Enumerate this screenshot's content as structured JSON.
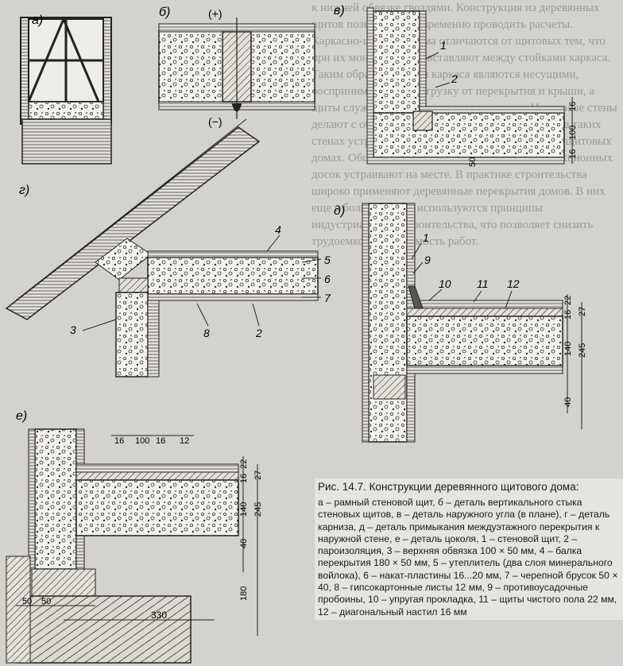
{
  "panels": {
    "a": "а)",
    "b": "б)",
    "v": "в)",
    "g": "г)",
    "d": "д)",
    "e": "е)"
  },
  "symbols": {
    "plus": "(+)",
    "minus": "(−)"
  },
  "callouts": {
    "v": [
      "1",
      "2"
    ],
    "g": [
      "4",
      "5",
      "6",
      "7",
      "3",
      "8",
      "2"
    ],
    "d": [
      "1",
      "9",
      "10",
      "11",
      "12"
    ]
  },
  "dimensions": {
    "v": [
      "16",
      "100",
      "16",
      "50"
    ],
    "g": [
      "16",
      "100",
      "16",
      "12"
    ],
    "d": [
      "22",
      "27",
      "16",
      "140",
      "245",
      "40"
    ],
    "e": [
      "22",
      "27",
      "16",
      "140",
      "245",
      "40",
      "180",
      "50",
      "50",
      "330"
    ]
  },
  "caption": {
    "title": "Рис. 14.7. Конструкции деревянного щитового дома:",
    "body": "а – рамный стеновой щит, б – деталь вертикального стыка стеновых щитов, в – деталь наружного угла (в плане), г – деталь карниза, д – деталь примыкания междуэтажного перекрытия к наружной стене, е – деталь цоколя, 1 – стеновой щит, 2 – пароизоляция, 3 – верхняя обвязка 100 × 50 мм, 4 – балка перекрытия 180 × 50 мм, 5 – утеплитель (два слоя минерального войлока), 6 – накат-пластины 16...20 мм, 7 – черепной брусок 50 × 40, 8 – гипсокартонные листы 12 мм, 9 – противоусадочные пробоины, 10 – упругая прокладка, 11 – щиты чистого пола 22 мм, 12 – диагональный настил 16 мм"
  },
  "background_text": "к нижней обвязке гвоздями. Конструкция из деревянных щитов позволяет своевременно проводить расчеты. Каркасно-щитовые дома отличаются от щитовых тем, что при их монтаже щиты вставляют между стойками каркаса. Таким образом, стойки каркаса являются несущими, воспринимающими нагрузку от перекрытия и крыши, а щиты служат ограждающими элементами. Наружные стены делают с облицовочным материалом, утеплитель в таких стенах устраивают так же, как и между щитами в щитовых домах. Обшивку при наличии каркаса из конструкционных досок устраивают на месте. В практике строительства широко применяют деревянные перекрытия домов. В них еще в большей мере используются принципы индустриального строительства, что позволяет снизить трудоемкость и стоимость работ."
}
